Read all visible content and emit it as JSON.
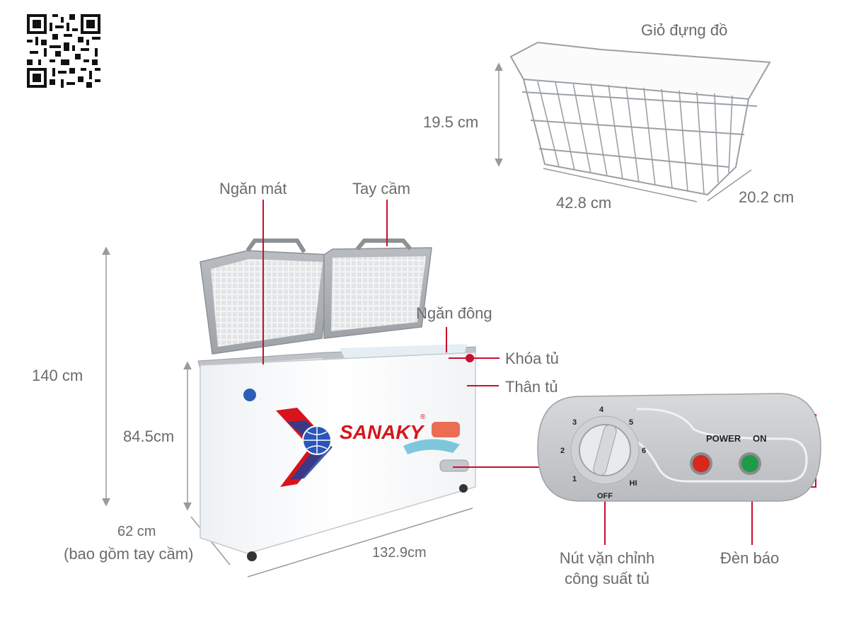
{
  "labels": {
    "basket": "Giỏ đựng đồ",
    "basket_height": "19.5 cm",
    "basket_length": "42.8 cm",
    "basket_width": "20.2 cm",
    "cool_compartment": "Ngăn mát",
    "handle": "Tay cầm",
    "freezer_compartment": "Ngăn đông",
    "lock": "Khóa tủ",
    "body": "Thân tủ",
    "total_height": "140 cm",
    "body_height": "84.5cm",
    "depth": "62 cm",
    "depth_note": "(bao gồm tay cầm)",
    "length": "132.9cm",
    "knob": "Nút vặn chỉnh",
    "knob_line2": "công suất tủ",
    "indicator": "Đèn báo"
  },
  "brand": {
    "name": "SANAKY",
    "mark": "®"
  },
  "control_panel": {
    "power_label": "POWER",
    "on_label": "ON",
    "dial": [
      "OFF",
      "1",
      "2",
      "3",
      "4",
      "5",
      "6",
      "HI"
    ]
  },
  "colors": {
    "leader_red": "#c8102e",
    "dimension_gray": "#8a8a8a",
    "brand_red": "#d7141c",
    "brand_blue": "#1d3f9a",
    "panel_gray": "#c9cbcd",
    "power_lamp": "#d6281e",
    "on_lamp": "#1f9a46"
  },
  "icons": [
    "qr-code-icon",
    "globe-logo-icon"
  ]
}
